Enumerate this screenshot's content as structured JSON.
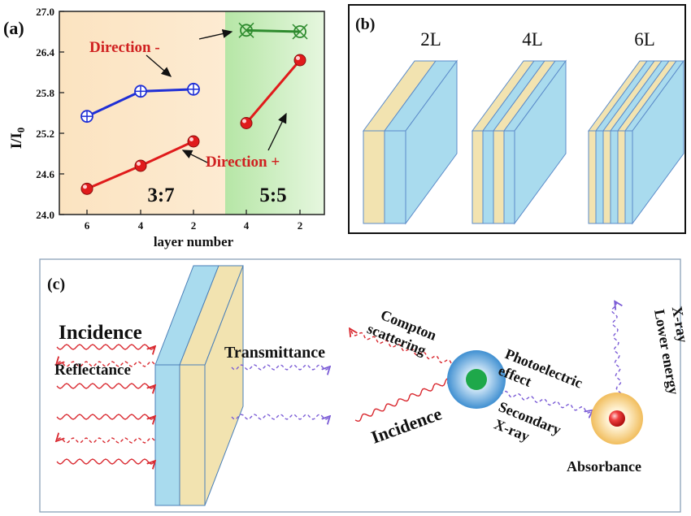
{
  "panel_a": {
    "label": "(a)",
    "ylabel": "I/I",
    "ylabel_sub": "0",
    "xlabel": "layer number",
    "yticks": [
      "24.0",
      "24.6",
      "25.2",
      "25.8",
      "26.4",
      "27.0"
    ],
    "xticks": [
      "6",
      "4",
      "2",
      "4",
      "2"
    ],
    "ratio_left": "3:7",
    "ratio_right": "5:5",
    "direction_minus": "Direction -",
    "direction_plus": "Direction +",
    "colors": {
      "left_bg": "#fbe6c4",
      "right_bg": "#cfeec0",
      "blue": "#1f2fd6",
      "red": "#e01b1b",
      "green": "#2e8b2e"
    }
  },
  "chart_data": {
    "type": "line",
    "x": [
      "6",
      "4",
      "2",
      "4",
      "2"
    ],
    "ylim": [
      24.0,
      27.0
    ],
    "yticks": [
      24.0,
      24.6,
      25.2,
      25.8,
      26.4,
      27.0
    ],
    "grid": false,
    "series": [
      {
        "group": "3:7",
        "direction": "-",
        "x": [
          "6",
          "4",
          "2"
        ],
        "values": [
          25.45,
          25.82,
          25.85
        ],
        "color": "#1f2fd6"
      },
      {
        "group": "3:7",
        "direction": "+",
        "x": [
          "6",
          "4",
          "2"
        ],
        "values": [
          24.38,
          24.72,
          25.08
        ],
        "color": "#e01b1b"
      },
      {
        "group": "5:5",
        "direction": "-",
        "x": [
          "4",
          "2"
        ],
        "values": [
          26.72,
          26.7
        ],
        "color": "#2e8b2e"
      },
      {
        "group": "5:5",
        "direction": "+",
        "x": [
          "4",
          "2"
        ],
        "values": [
          25.35,
          26.28
        ],
        "color": "#e01b1b"
      }
    ]
  },
  "panel_b": {
    "label": "(b)",
    "stacks": [
      {
        "title": "2L",
        "layers": 2
      },
      {
        "title": "4L",
        "layers": 4
      },
      {
        "title": "6L",
        "layers": 6
      }
    ],
    "colors": {
      "blue": "#a9dbee",
      "tan": "#f2e3b0",
      "edge": "#5b8bc9"
    }
  },
  "panel_c": {
    "label": "(c)",
    "incidence_left": "Incidence",
    "reflectance": "Reflectance",
    "transmittance": "Transmittance",
    "compton_1": "Compton",
    "compton_2": "scattering",
    "photo_1": "Photoelectric",
    "photo_2": "effect",
    "incidence_right": "Incidence",
    "secondary_1": "Secondary",
    "secondary_2": "X-ray",
    "lower_1": "Lower energy",
    "lower_2": "X-ray",
    "absorbance": "Absorbance"
  }
}
